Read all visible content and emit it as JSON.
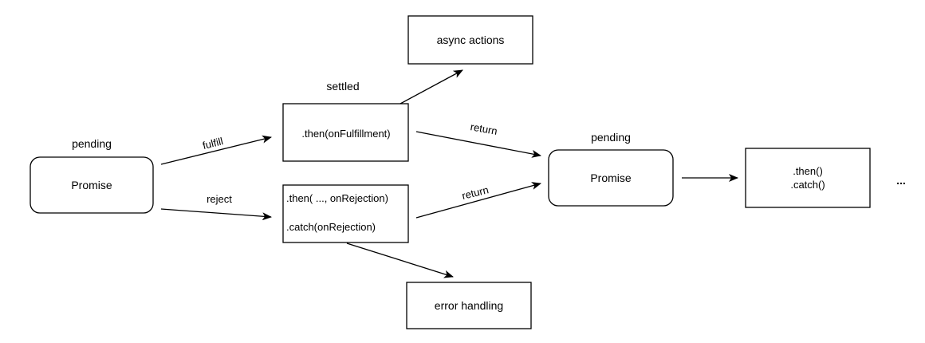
{
  "nodes": {
    "promise_left": {
      "label": "Promise",
      "state": "pending"
    },
    "then_fulfillment": {
      "label": ".then(onFulfillment)",
      "state": "settled"
    },
    "reject_handlers": {
      "line1": ".then( ..., onRejection)",
      "line2": ".catch(onRejection)"
    },
    "async_actions": {
      "label": "async actions"
    },
    "error_handling": {
      "label": "error handling"
    },
    "promise_right": {
      "label": "Promise",
      "state": "pending"
    },
    "then_catch": {
      "line1": ".then()",
      "line2": ".catch()"
    },
    "ellipsis": "..."
  },
  "edges": {
    "fulfill": "fulfill",
    "reject": "reject",
    "return_top": "return",
    "return_bottom": "return"
  },
  "colors": {
    "stroke": "#000000",
    "background": "#ffffff"
  }
}
